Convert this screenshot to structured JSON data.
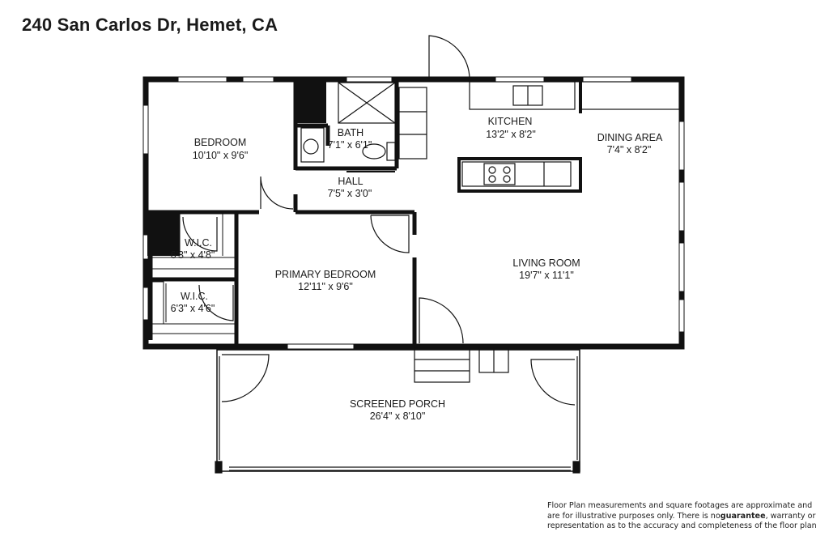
{
  "title": "240 San Carlos Dr, Hemet, CA",
  "rooms": {
    "bedroom": {
      "name": "BEDROOM",
      "dims": "10'10\" x 9'6\""
    },
    "bath": {
      "name": "BATH",
      "dims": "7'1\" x 6'1\""
    },
    "hall": {
      "name": "HALL",
      "dims": "7'5\" x 3'0\""
    },
    "kitchen": {
      "name": "KITCHEN",
      "dims": "13'2\" x 8'2\""
    },
    "dining": {
      "name": "DINING AREA",
      "dims": "7'4\" x 8'2\""
    },
    "wic_upper": {
      "name": "W.I.C.",
      "dims": "6'3\" x 4'8\""
    },
    "wic_lower": {
      "name": "W.I.C.",
      "dims": "6'3\" x 4'6\""
    },
    "primary": {
      "name": "PRIMARY BEDROOM",
      "dims": "12'11\" x 9'6\""
    },
    "living": {
      "name": "LIVING ROOM",
      "dims": "19'7\" x 11'1\""
    },
    "porch": {
      "name": "SCREENED PORCH",
      "dims": "26'4\" x 8'10\""
    }
  },
  "disclaimer": {
    "part1": "Floor Plan measurements and square footages are approximate and are for illustrative purposes only. There is no",
    "emph": "guarantee",
    "part2": ", warranty or representation as to the accuracy and completeness of the floor plan"
  }
}
